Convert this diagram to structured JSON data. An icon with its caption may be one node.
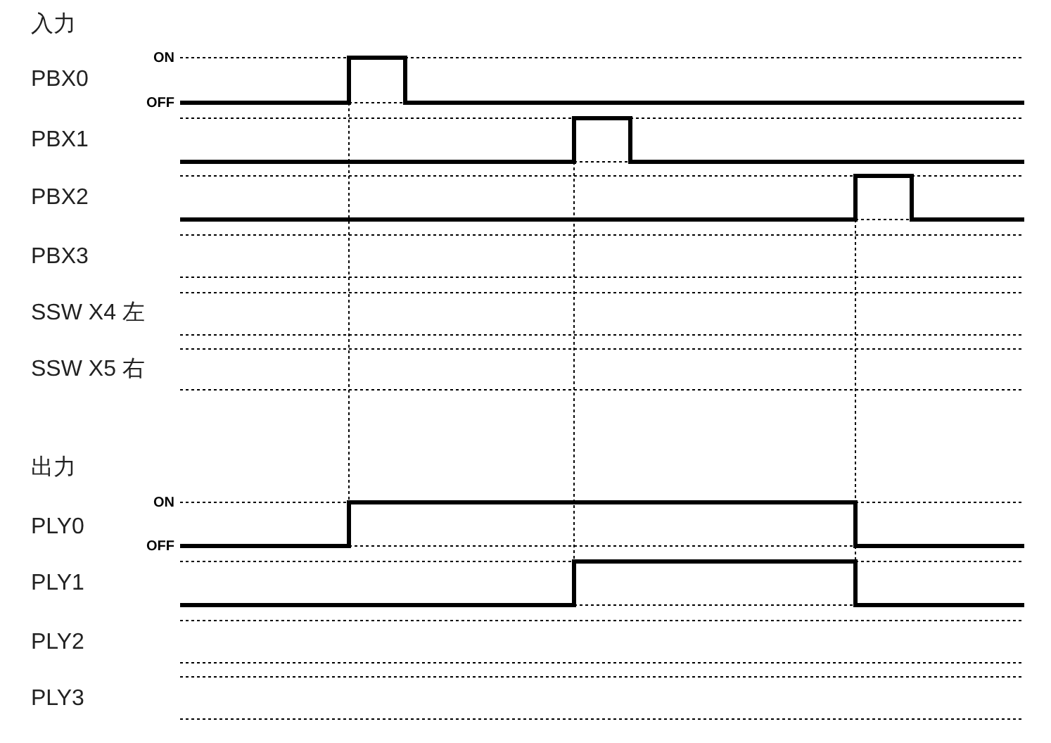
{
  "diagram": {
    "labels": [
      "入力",
      "ON",
      "PBX0",
      "OFF",
      "PBX1",
      "PBX2",
      "PBX3",
      "SSW X4 左",
      "SSW X5 右",
      "出力",
      "ON",
      "PLY0",
      "OFF",
      "PLY1",
      "PLY2",
      "PLY3"
    ]
  }
}
